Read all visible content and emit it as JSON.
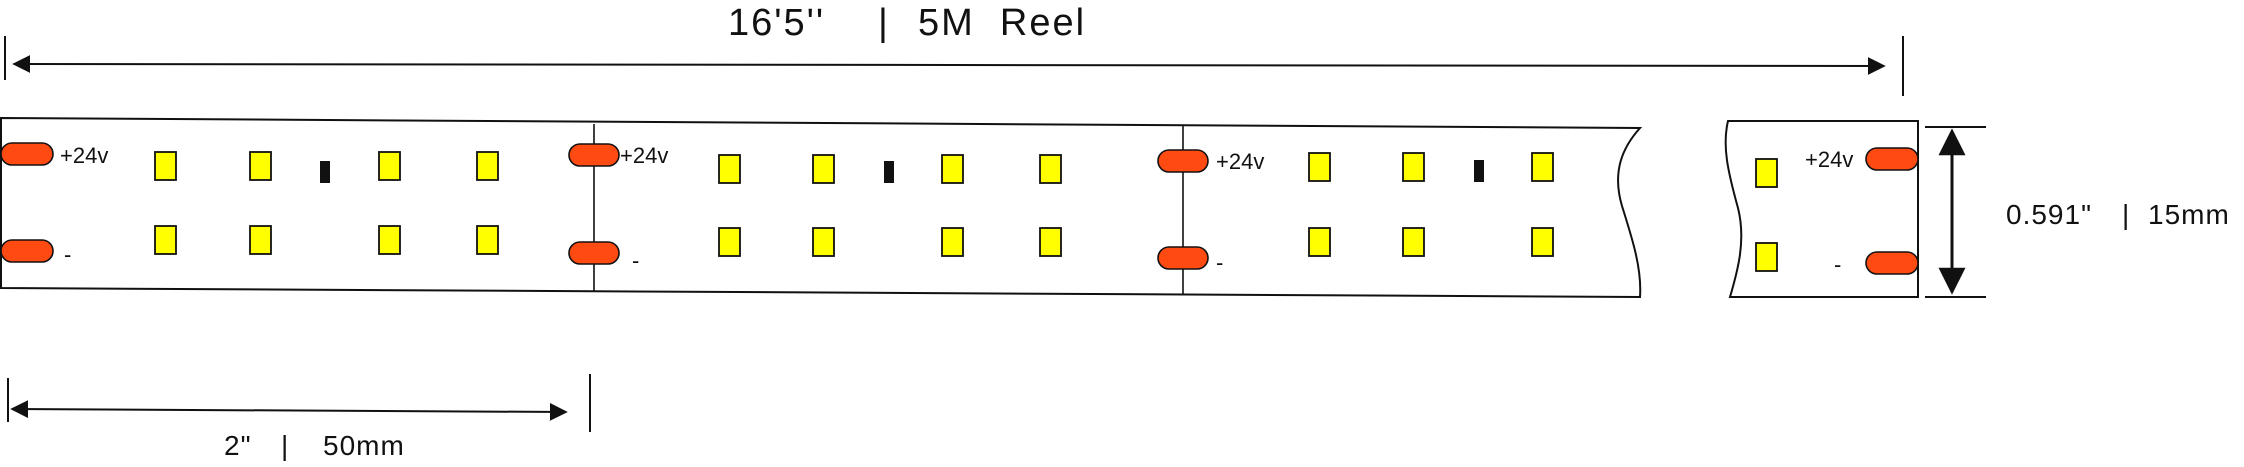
{
  "reel_length": {
    "imperial": "16'5''",
    "metric": "5M  Reel",
    "separator": "|"
  },
  "cut_length": {
    "imperial": "2\"",
    "metric": "50mm",
    "separator": "|"
  },
  "strip_width": {
    "imperial": "0.591\"",
    "metric": "15mm",
    "separator": "|"
  },
  "pad_labels": {
    "positive": "+24v",
    "negative": "-"
  },
  "colors": {
    "pad": "#ff4a12",
    "led": "#ffff00",
    "outline": "#111111"
  },
  "icons": [
    "double-arrow-icon",
    "solder-pad-icon",
    "led-chip-icon",
    "resistor-icon"
  ]
}
